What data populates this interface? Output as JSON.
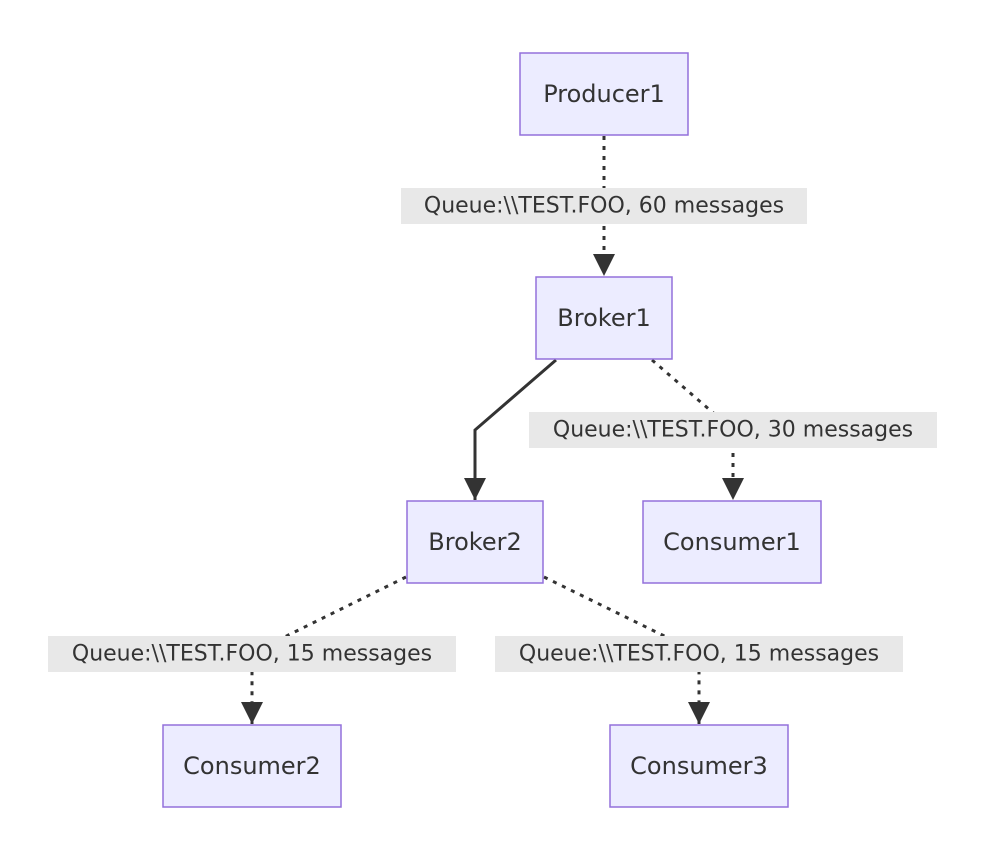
{
  "nodes": {
    "producer1": {
      "label": "Producer1"
    },
    "broker1": {
      "label": "Broker1"
    },
    "broker2": {
      "label": "Broker2"
    },
    "consumer1": {
      "label": "Consumer1"
    },
    "consumer2": {
      "label": "Consumer2"
    },
    "consumer3": {
      "label": "Consumer3"
    }
  },
  "edges": [
    {
      "from": "Producer1",
      "to": "Broker1",
      "style": "dotted",
      "label": "Queue:\\\\TEST.FOO, 60 messages"
    },
    {
      "from": "Broker1",
      "to": "Broker2",
      "style": "solid",
      "label": ""
    },
    {
      "from": "Broker1",
      "to": "Consumer1",
      "style": "dotted",
      "label": "Queue:\\\\TEST.FOO, 30 messages"
    },
    {
      "from": "Broker2",
      "to": "Consumer2",
      "style": "dotted",
      "label": "Queue:\\\\TEST.FOO, 15 messages"
    },
    {
      "from": "Broker2",
      "to": "Consumer3",
      "style": "dotted",
      "label": "Queue:\\\\TEST.FOO, 15 messages"
    }
  ],
  "colors": {
    "node_fill": "#ECECFF",
    "node_stroke": "#9370DB",
    "edge": "#333333",
    "label_bg": "#E8E8E8",
    "text": "#333333"
  }
}
